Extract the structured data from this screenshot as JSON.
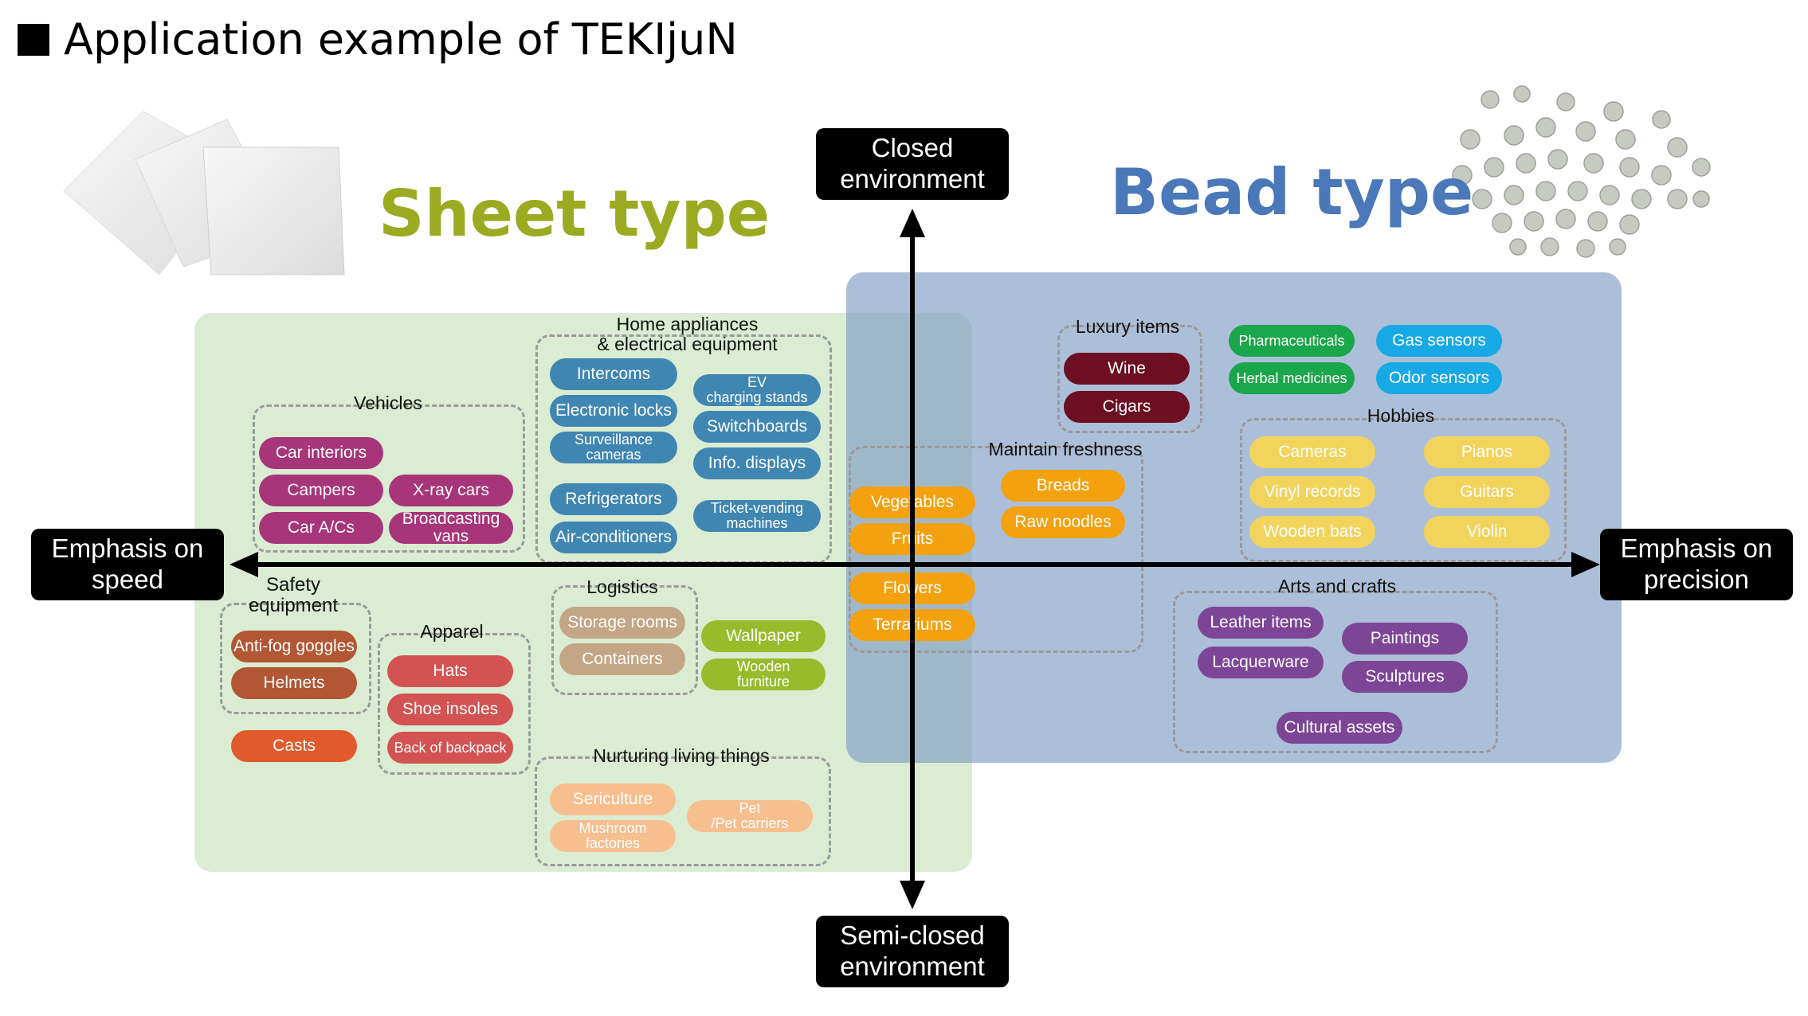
{
  "title": "Application example of TEKIjuN",
  "sheet_label": "Sheet type",
  "bead_label": "Bead type",
  "axes": {
    "top": "Closed\nenvironment",
    "bottom": "Semi-closed\nenvironment",
    "left": "Emphasis on\nspeed",
    "right": "Emphasis on\nprecision"
  },
  "colors": {
    "vehicles": "#a7357a",
    "home": "#3f86b2",
    "safety": "#b25634",
    "casts": "#e05a2b",
    "apparel": "#d35252",
    "logistics": "#c3a685",
    "green": "#97bb2b",
    "nurture": "#f7be8e",
    "orange": "#f3a10e",
    "luxury": "#6c0f23",
    "pharma": "#1aa64a",
    "sensors": "#16a9e6",
    "hobbies": "#f2d35c",
    "arts": "#7c4596"
  },
  "groups": {
    "vehicles": "Vehicles",
    "home": "Home appliances\n& electrical equipment",
    "safety": "Safety\nequipment",
    "apparel": "Apparel",
    "logistics": "Logistics",
    "nurture": "Nurturing living things",
    "fresh": "Maintain freshness",
    "luxury": "Luxury items",
    "hobbies": "Hobbies",
    "arts": "Arts and crafts"
  },
  "items": {
    "car_interiors": "Car interiors",
    "campers": "Campers",
    "xray_cars": "X-ray cars",
    "car_acs": "Car A/Cs",
    "broadcasting_vans": "Broadcasting\nvans",
    "intercoms": "Intercoms",
    "electronic_locks": "Electronic locks",
    "surveillance_cameras": "Surveillance\ncameras",
    "ev_stands": "EV\ncharging stands",
    "switchboards": "Switchboards",
    "info_displays": "Info. displays",
    "refrigerators": "Refrigerators",
    "air_conditioners": "Air-conditioners",
    "ticket_machines": "Ticket-vending\nmachines",
    "anti_fog": "Anti-fog goggles",
    "helmets": "Helmets",
    "casts": "Casts",
    "hats": "Hats",
    "shoe_insoles": "Shoe insoles",
    "back_of_backpack": "Back of backpack",
    "storage_rooms": "Storage rooms",
    "containers": "Containers",
    "wallpaper": "Wallpaper",
    "wooden_furniture": "Wooden\nfurniture",
    "sericulture": "Sericulture",
    "mushroom": "Mushroom\nfactories",
    "pet": "Pet\n/Pet carriers",
    "vegetables": "Vegetables",
    "fruits": "Fruits",
    "flowers": "Flowers",
    "terrariums": "Terrariums",
    "breads": "Breads",
    "raw_noodles": "Raw noodles",
    "wine": "Wine",
    "cigars": "Cigars",
    "pharmaceuticals": "Pharmaceuticals",
    "herbal": "Herbal medicines",
    "gas_sensors": "Gas sensors",
    "odor_sensors": "Odor sensors",
    "cameras": "Cameras",
    "pianos": "Pianos",
    "vinyl": "Vinyl records",
    "guitars": "Guitars",
    "wooden_bats": "Wooden bats",
    "violin": "Violin",
    "leather": "Leather items",
    "paintings": "Paintings",
    "lacquerware": "Lacquerware",
    "sculptures": "Sculptures",
    "cultural": "Cultural assets"
  }
}
